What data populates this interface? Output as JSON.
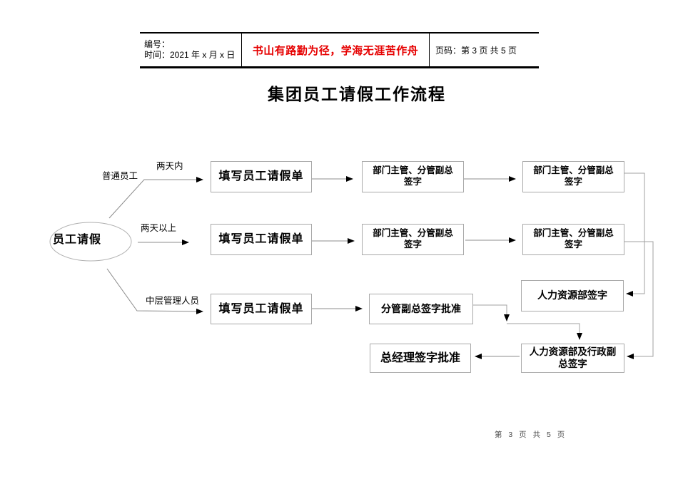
{
  "header": {
    "number_label": "编号：",
    "date_line": "时间：2021 年 x 月 x 日",
    "motto": "书山有路勤为径，学海无涯苦作舟",
    "page_info": "页码：第 3 页  共 5 页"
  },
  "title": "集团员工请假工作流程",
  "flowchart": {
    "start_label": "员工请假",
    "branches": {
      "ordinary_role": "普通员工",
      "within_two_days": "两天内",
      "over_two_days": "两天以上",
      "middle_mgmt": "中层管理人员"
    },
    "boxes": {
      "fill_form": "填写员工请假单",
      "dept_sign_line1": "部门主管、分管副总",
      "dept_sign_line2": "签字",
      "vp_approve": "分管副总签字批准",
      "hr_sign": "人力资源部签字",
      "hr_admin_line1": "人力资源部及行政副",
      "hr_admin_line2": "总签字",
      "gm_approve": "总经理签字批准"
    }
  },
  "footer": {
    "page_text": "第 3 页 共 5 页"
  },
  "colors": {
    "motto_red": "#e60000",
    "box_border": "#a9a9a9",
    "connector_gray": "#8c8c8c",
    "arrowhead": "#000000"
  }
}
